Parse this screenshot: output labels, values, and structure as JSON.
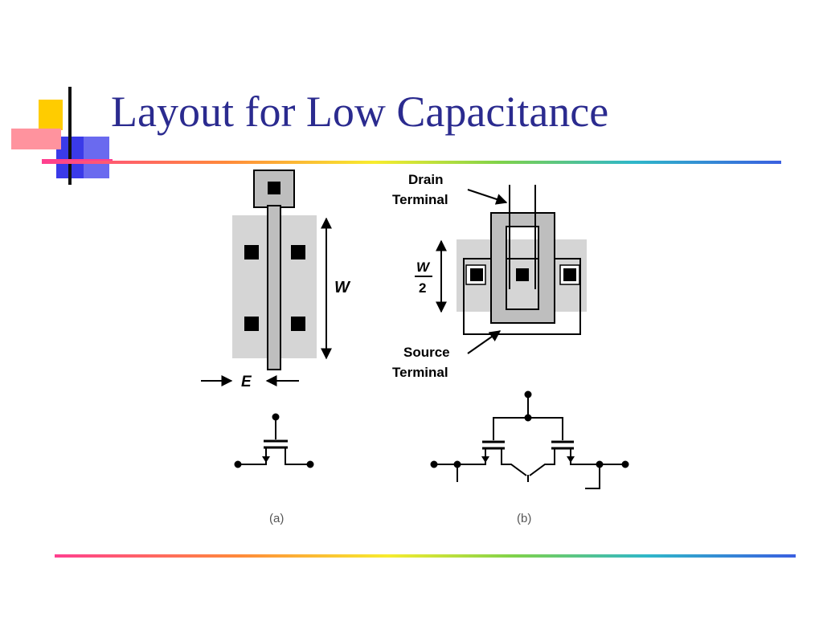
{
  "title": "Layout for Low Capacitance",
  "labels": {
    "w": "W",
    "e": "E",
    "drain_line1": "Drain",
    "drain_line2": "Terminal",
    "w_frac_num": "W",
    "w_frac_den": "2",
    "source_line1": "Source",
    "source_line2": "Terminal",
    "caption_a": "(a)",
    "caption_b": "(b)"
  },
  "colors": {
    "title": "#2b2b8f",
    "diffusion": "#d5d5d5",
    "poly": "#bebebe",
    "contact": "#000000",
    "logo_yellow": "#ffcc00",
    "logo_blue": "#2a2ae0",
    "logo_red": "#ff3b3b"
  }
}
